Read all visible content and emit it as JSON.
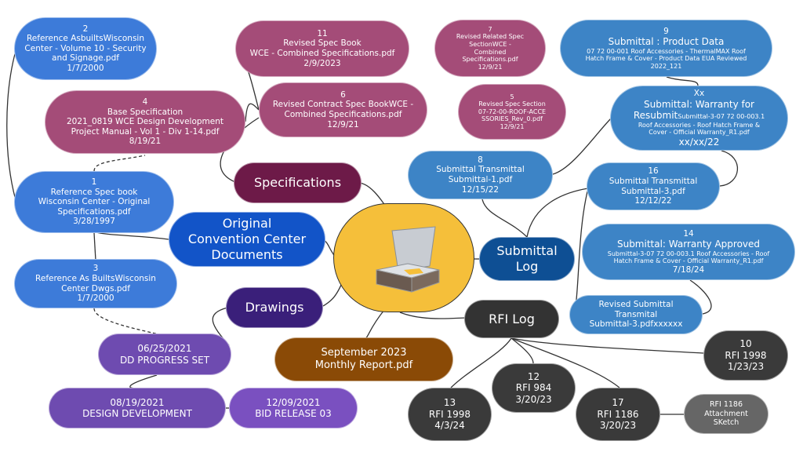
{
  "center": {
    "icon": "roof-hatch-image"
  },
  "hubs": {
    "original": [
      "Original",
      "Convention Center",
      "Documents"
    ],
    "specifications": "Specifications",
    "drawings": "Drawings",
    "submittal": [
      "Submittal",
      "Log"
    ],
    "rfi": "RFI Log",
    "monthly": [
      "September 2023",
      "Monthly Report.pdf"
    ]
  },
  "original_docs": {
    "n2": [
      "2",
      "Reference AsbuiltsWisconsin",
      "Center - Volume 10 - Security",
      "and Signage.pdf",
      "1/7/2000"
    ],
    "n1": [
      "1",
      "Reference Spec book",
      "Wisconsin Center - Original",
      "Specifications.pdf",
      "3/28/1997"
    ],
    "n3": [
      "3",
      "Reference As BuiltsWisconsin",
      "Center Dwgs.pdf",
      "1/7/2000"
    ]
  },
  "specs": {
    "n4": [
      "4",
      "Base Specification",
      "2021_0819 WCE Design Development",
      "Project Manual - Vol 1 - Div 1-14.pdf",
      "8/19/21"
    ],
    "n11": [
      "11",
      "Revised Spec Book",
      "WCE - Combined Specifications.pdf",
      "2/9/2023"
    ],
    "n6": [
      "6",
      "Revised Contract Spec BookWCE -",
      "Combined Specifications.pdf",
      "12/9/21"
    ],
    "n7": [
      "7",
      "Revised Related Spec",
      "SectionWCE -",
      "Combined",
      "Specifications.pdf",
      "12/9/21"
    ],
    "n5": [
      "5",
      "Revised Spec Section",
      "07-72-00-ROOF-ACCE",
      "SSORIES_Rev_0.pdf",
      "12/9/21"
    ]
  },
  "drawings": {
    "dd_progress": [
      "06/25/2021",
      "DD PROGRESS SET"
    ],
    "design_dev": [
      "08/19/2021",
      "DESIGN DEVELOPMENT"
    ],
    "bid_release": [
      "12/09/2021",
      "BID RELEASE 03"
    ]
  },
  "submittals": {
    "n9": [
      "9",
      "Submittal : Product Data",
      "07 72 00-001 Roof Accessories - ThermalMAX Roof",
      "Hatch Frame & Cover - Product Data EUA Reviewed",
      "2022_121"
    ],
    "xx": [
      "Xx",
      "Submittal: Warranty for",
      "Resubmit",
      "Submittal-3-07 72 00-003.1",
      "Roof Accessories - Roof Hatch Frame &",
      "Cover - Official Warranty_R1.pdf",
      "xx/xx/22"
    ],
    "n8": [
      "8",
      "Submittal Transmittal",
      "Submittal-1.pdf",
      "12/15/22"
    ],
    "n16": [
      "16",
      "Submittal Transmittal",
      "Submittal-3.pdf",
      "12/12/22"
    ],
    "n14": [
      "14",
      "Submittal: Warranty Approved",
      "Submittal-3-07 72 00-003.1 Roof Accessories - Roof",
      "Hatch Frame & Cover - Official Warranty_R1.pdf",
      "7/18/24"
    ],
    "revised": [
      "Revised Submittal",
      "Transmital",
      "Submittal-3.pdfxxxxxx"
    ]
  },
  "rfis": {
    "n10": [
      "10",
      "RFI 1998",
      "1/23/23"
    ],
    "n12": [
      "12",
      "RFI 984",
      "3/20/23"
    ],
    "n13": [
      "13",
      "RFI 1998",
      "4/3/24"
    ],
    "n17": [
      "17",
      "RFI 1186",
      "3/20/23"
    ],
    "attach": [
      "RFI 1186",
      "Attachment",
      "SKetch"
    ]
  }
}
